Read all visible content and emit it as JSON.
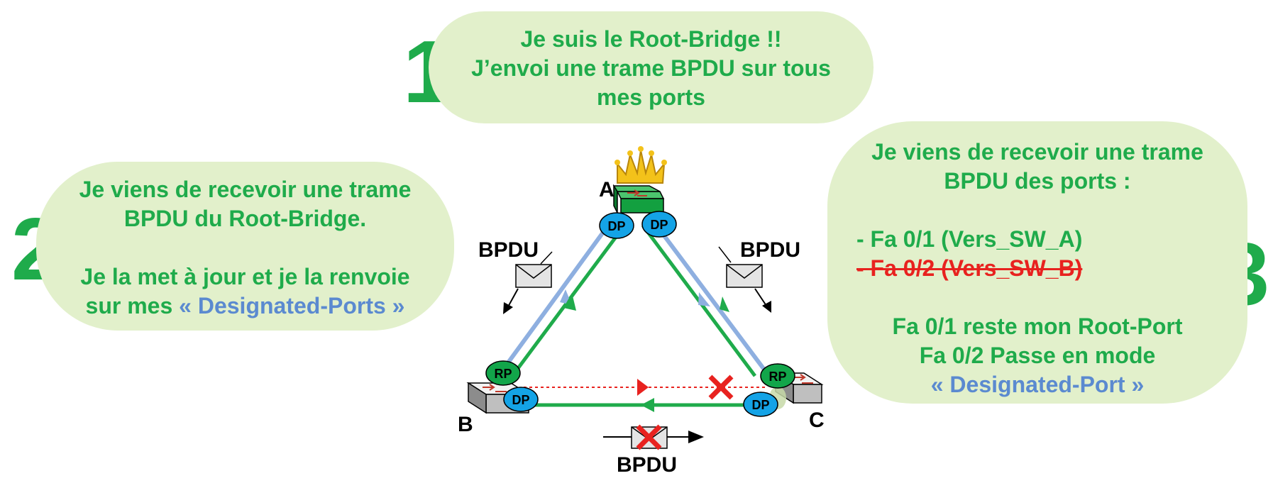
{
  "step1": {
    "number": "1",
    "lines": [
      "Je suis le Root-Bridge !!",
      "J’envoi une trame BPDU sur tous",
      "mes ports"
    ]
  },
  "step2": {
    "number": "2",
    "lines": [
      "Je viens de recevoir une trame",
      "BPDU du Root-Bridge.",
      "",
      "Je la met à jour et je la renvoie"
    ],
    "last_line_prefix": "sur mes ",
    "last_line_highlight": "« Designated-Ports »"
  },
  "step3": {
    "number": "3",
    "intro": [
      "Je viens de recevoir une trame",
      "BPDU des ports :"
    ],
    "port_ok": "- Fa 0/1 (Vers_SW_A)",
    "port_blocked": "- Fa 0/2 (Vers_SW_B)",
    "outro": [
      "Fa 0/1 reste mon Root-Port",
      "Fa 0/2 Passe en mode"
    ],
    "outro_highlight": "« Designated-Port »"
  },
  "diagram": {
    "switch_a": "A",
    "switch_b": "B",
    "switch_c": "C",
    "bpdu_left": "BPDU",
    "bpdu_right": "BPDU",
    "bpdu_bottom": "BPDU",
    "ports": {
      "a_left": "DP",
      "a_right": "DP",
      "b_root": "RP",
      "b_designated": "DP",
      "c_root": "RP",
      "c_designated": "DP"
    }
  },
  "colors": {
    "green": "#1fab4b",
    "bubble_fill": "#e2f0cb",
    "blue_text": "#5b8ad0",
    "link_blue": "#8eafe0",
    "blocked_red": "#e8221f",
    "port_dp": "#14a3e6",
    "port_rp": "#12a54a"
  }
}
